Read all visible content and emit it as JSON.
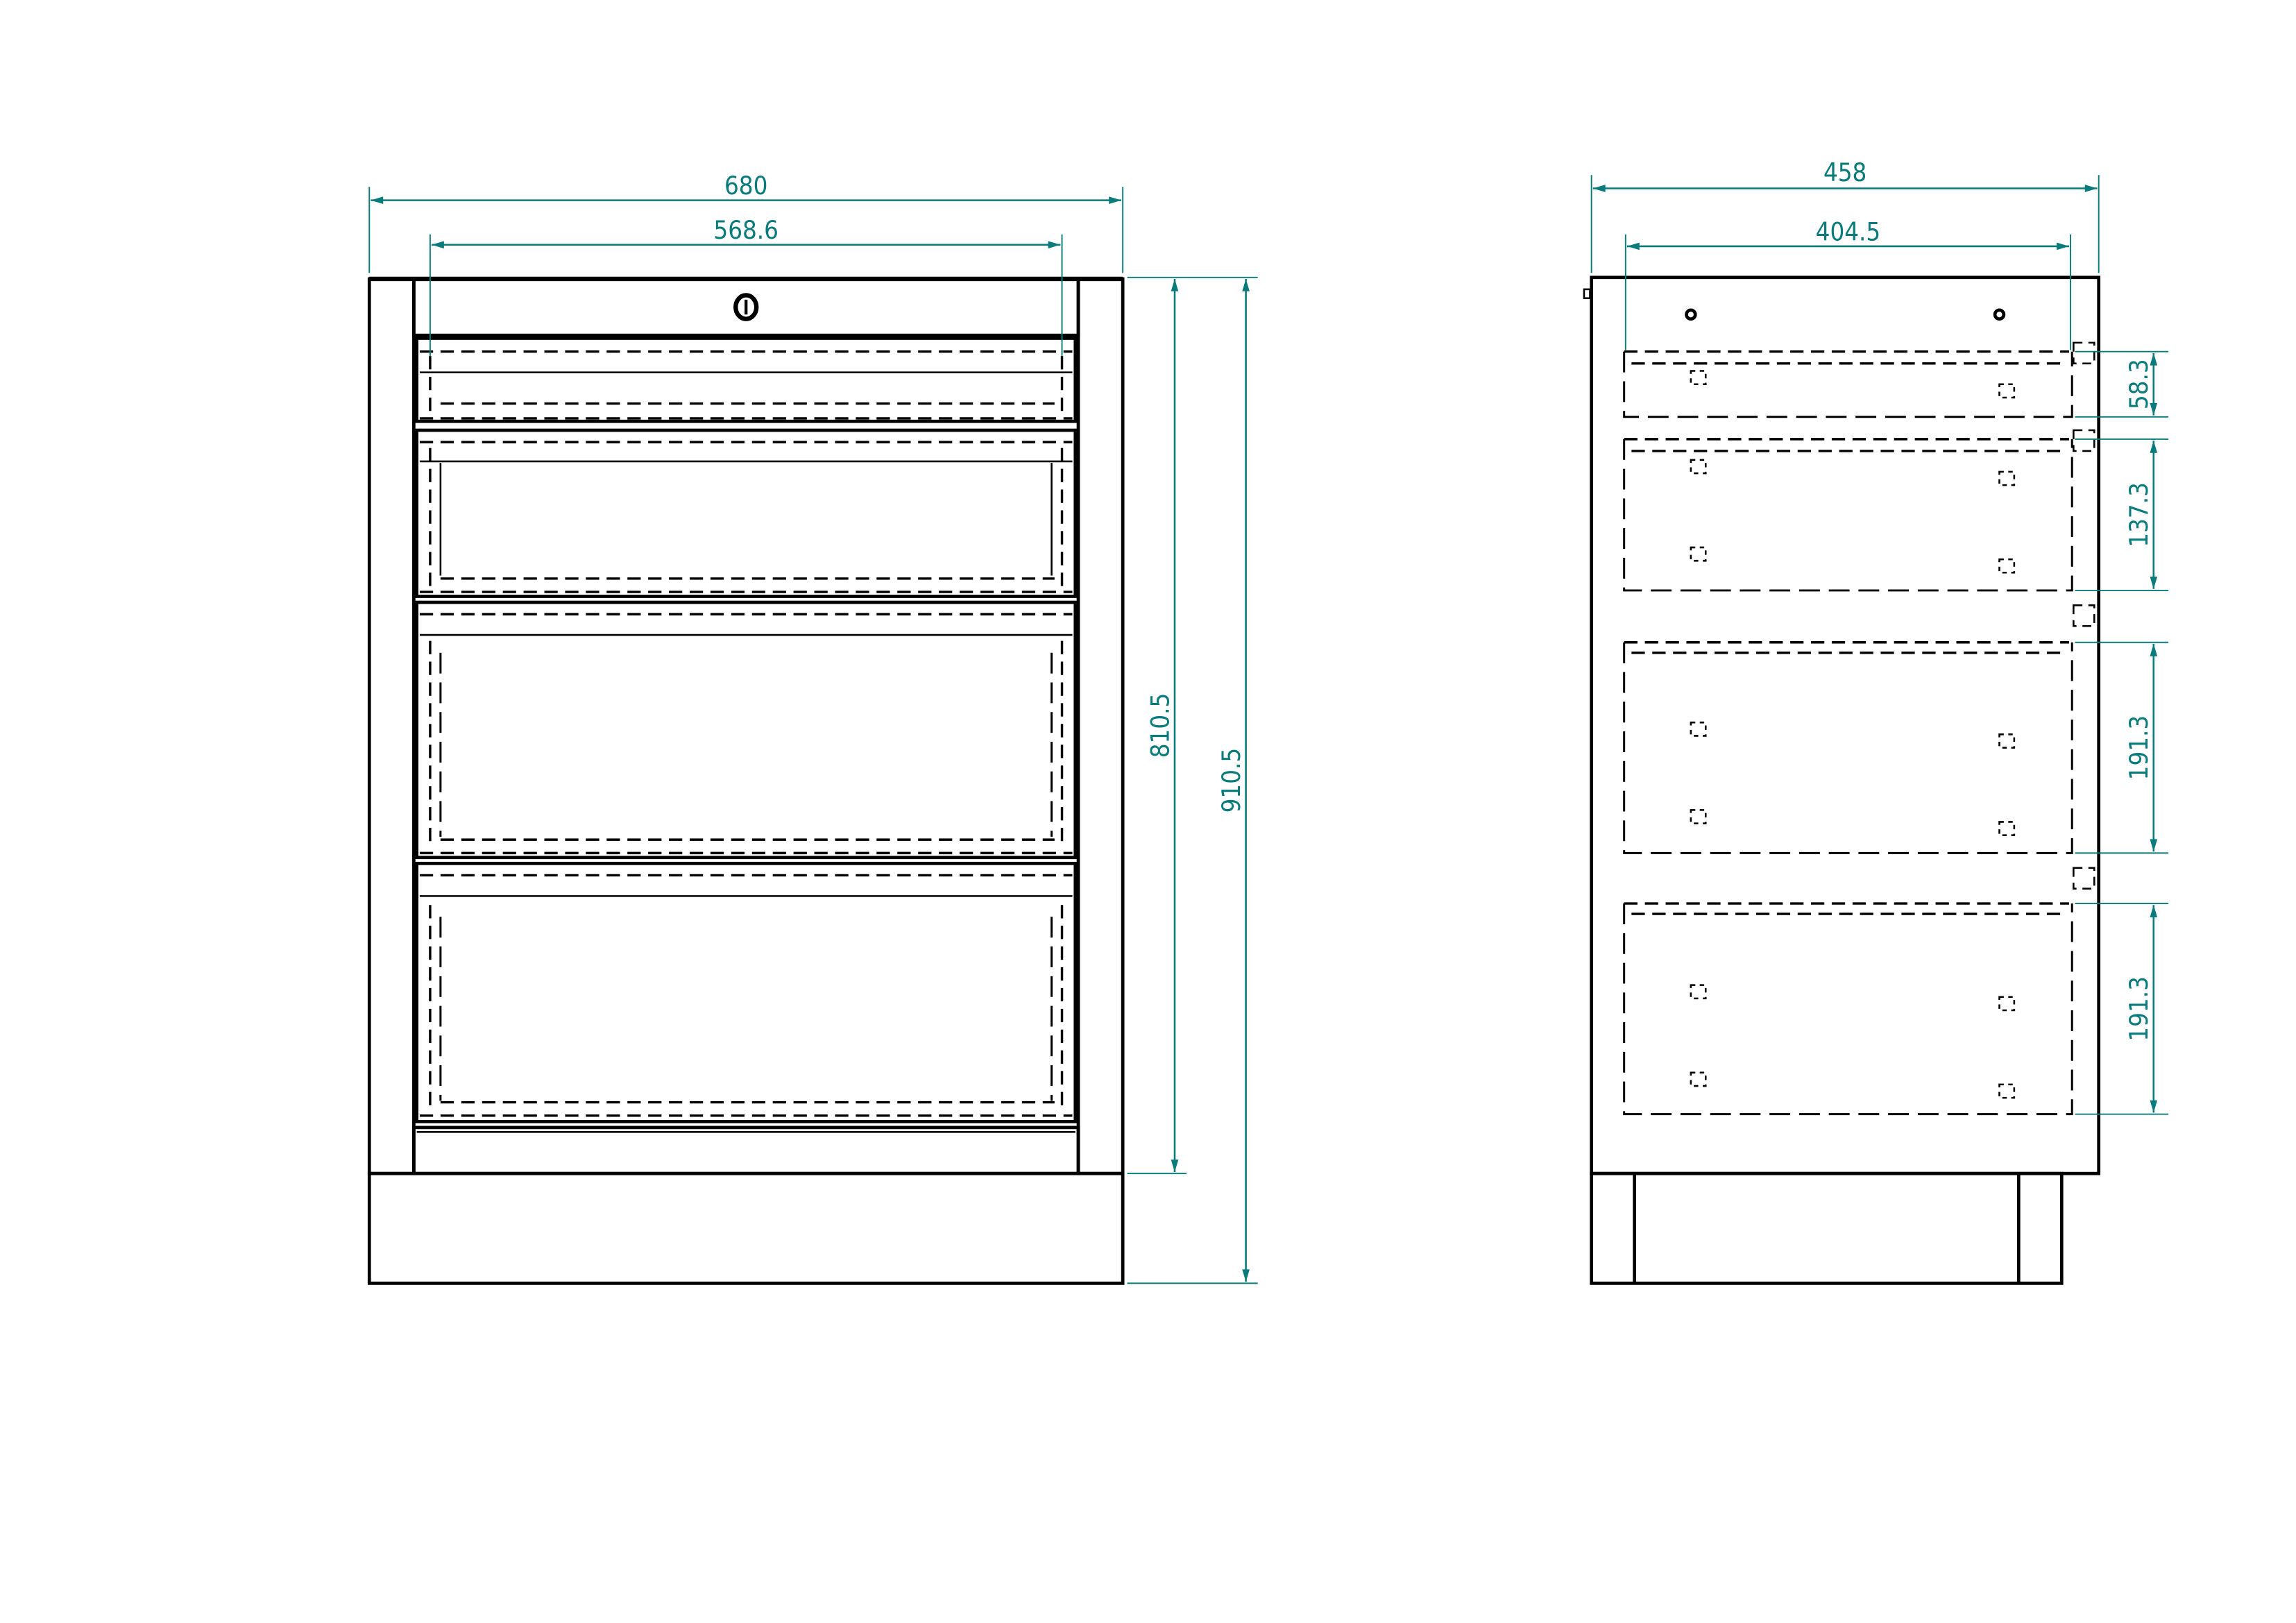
{
  "drawing": {
    "type": "technical-drawing",
    "subject": "drawer cabinet with plinth",
    "units": "mm",
    "accent_color": "#0a7b7b",
    "line_color": "#000000"
  },
  "front_view": {
    "dimensions": {
      "overall_width": "680",
      "inner_width": "568.6",
      "body_height": "810.5",
      "overall_height": "910.5"
    },
    "drawer_count": 4,
    "lock_icon": "keyhole-lock"
  },
  "side_view": {
    "dimensions": {
      "overall_depth": "458",
      "inner_depth": "404.5",
      "drawer_heights": [
        "58.3",
        "137.3",
        "191.3",
        "191.3"
      ]
    },
    "drawer_count": 4
  }
}
